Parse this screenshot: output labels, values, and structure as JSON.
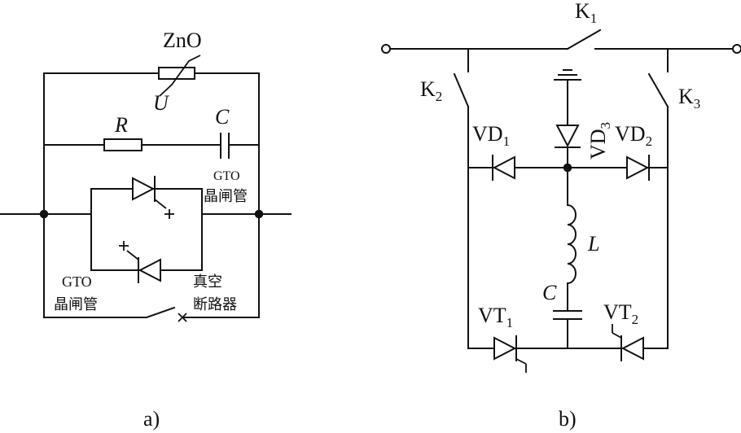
{
  "diagram_a": {
    "caption": "a)",
    "varistor_label": "ZnO",
    "varistor_voltage_symbol": "U",
    "resistor_label": "R",
    "capacitor_label": "C",
    "gto_top_label_line1": "GTO",
    "gto_top_label_line2": "晶闸管",
    "gto_bottom_label_line1": "GTO",
    "gto_bottom_label_line2": "晶闸管",
    "breaker_label_line1": "真空",
    "breaker_label_line2": "断路器"
  },
  "diagram_b": {
    "caption": "b)",
    "k1_main": "K",
    "k1_sub": "1",
    "k2_main": "K",
    "k2_sub": "2",
    "k3_main": "K",
    "k3_sub": "3",
    "vd1_main": "VD",
    "vd1_sub": "1",
    "vd2_main": "VD",
    "vd2_sub": "2",
    "vd3_main": "VD",
    "vd3_sub": "3",
    "inductor_label": "L",
    "capacitor_label": "C",
    "vt1_main": "VT",
    "vt1_sub": "1",
    "vt2_main": "VT",
    "vt2_sub": "2"
  }
}
